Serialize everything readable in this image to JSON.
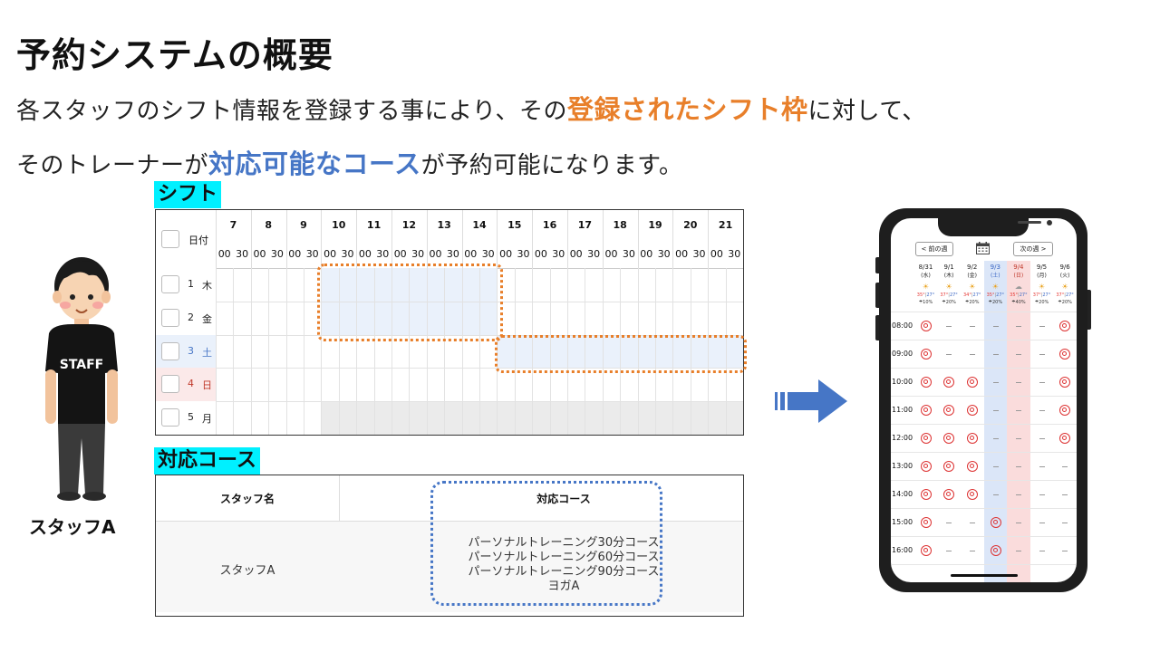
{
  "title": "予約システムの概要",
  "line1": {
    "before": "各スタッフのシフト情報を登録する事により、その",
    "highlight": "登録されたシフト枠",
    "after": "に対して、"
  },
  "line2": {
    "before": "そのトレーナーが",
    "highlight": "対応可能なコース",
    "after": "が予約可能になります。"
  },
  "shift": {
    "label": "シフト",
    "date_header": "日付",
    "hours": [
      "7",
      "8",
      "9",
      "10",
      "11",
      "12",
      "13",
      "14",
      "15",
      "16",
      "17",
      "18",
      "19",
      "20",
      "21"
    ],
    "minutes": [
      "00",
      "30"
    ],
    "rows": [
      {
        "day": "1",
        "weekday": "木",
        "type": "normal"
      },
      {
        "day": "2",
        "weekday": "金",
        "type": "normal"
      },
      {
        "day": "3",
        "weekday": "土",
        "type": "sat"
      },
      {
        "day": "4",
        "weekday": "日",
        "type": "sun"
      },
      {
        "day": "5",
        "weekday": "月",
        "type": "normal"
      }
    ]
  },
  "course": {
    "label": "対応コース",
    "col_staff": "スタッフ名",
    "col_course": "対応コース",
    "staff": "スタッフA",
    "courses": [
      "パーソナルトレーニング30分コース",
      "パーソナルトレーニング60分コース",
      "パーソナルトレーニング90分コース",
      "ヨガA"
    ]
  },
  "staff_figure": {
    "shirt_text": "STAFF",
    "caption": "スタッフA"
  },
  "colors": {
    "orange": "#e87f2a",
    "blue": "#4676c6",
    "cyan": "#00f0ff",
    "arrow": "#4676c6"
  },
  "phone": {
    "prev_week": "< 前の週",
    "next_week": "次の週 >",
    "dates": [
      {
        "date": "8/31",
        "wd": "(水)",
        "type": "normal",
        "weather": "☀",
        "hi": "35°",
        "lo": "27°",
        "rain": "☂10%"
      },
      {
        "date": "9/1",
        "wd": "(木)",
        "type": "normal",
        "weather": "☀",
        "hi": "37°",
        "lo": "27°",
        "rain": "☂20%"
      },
      {
        "date": "9/2",
        "wd": "(金)",
        "type": "normal",
        "weather": "☀",
        "hi": "34°",
        "lo": "27°",
        "rain": "☂20%"
      },
      {
        "date": "9/3",
        "wd": "(土)",
        "type": "sat",
        "weather": "☀",
        "hi": "35°",
        "lo": "27°",
        "rain": "☂20%"
      },
      {
        "date": "9/4",
        "wd": "(日)",
        "type": "sun",
        "weather": "☁",
        "hi": "35°",
        "lo": "27°",
        "rain": "☂40%"
      },
      {
        "date": "9/5",
        "wd": "(月)",
        "type": "normal",
        "weather": "☀",
        "hi": "37°",
        "lo": "27°",
        "rain": "☂20%"
      },
      {
        "date": "9/6",
        "wd": "(火)",
        "type": "normal",
        "weather": "☀",
        "hi": "37°",
        "lo": "27°",
        "rain": "☂20%"
      }
    ],
    "times": [
      "08:00",
      "09:00",
      "10:00",
      "11:00",
      "12:00",
      "13:00",
      "14:00",
      "15:00",
      "16:00"
    ],
    "availability": [
      [
        "o",
        "-",
        "-",
        "-",
        "-",
        "-",
        "o"
      ],
      [
        "o",
        "-",
        "-",
        "-",
        "-",
        "-",
        "o"
      ],
      [
        "o",
        "o",
        "o",
        "-",
        "-",
        "-",
        "o"
      ],
      [
        "o",
        "o",
        "o",
        "-",
        "-",
        "-",
        "o"
      ],
      [
        "o",
        "o",
        "o",
        "-",
        "-",
        "-",
        "o"
      ],
      [
        "o",
        "o",
        "o",
        "-",
        "-",
        "-",
        "-"
      ],
      [
        "o",
        "o",
        "o",
        "-",
        "-",
        "-",
        "-"
      ],
      [
        "o",
        "-",
        "-",
        "o",
        "-",
        "-",
        "-"
      ],
      [
        "o",
        "-",
        "-",
        "o",
        "-",
        "-",
        "-"
      ]
    ]
  }
}
